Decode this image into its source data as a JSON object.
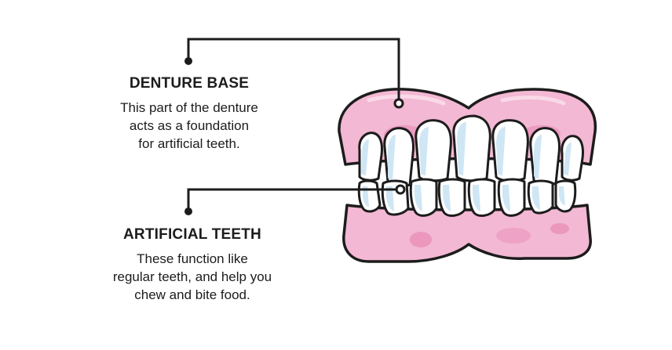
{
  "callouts": {
    "base": {
      "title": "DENTURE BASE",
      "description": "This part of the denture\nacts as a foundation\nfor artificial teeth."
    },
    "teeth": {
      "title": "ARTIFICIAL TEETH",
      "description": "These function like\nregular teeth, and help you\nchew and bite food."
    }
  },
  "colors": {
    "gum": "#f3b8d3",
    "gum_dark": "#e98fb9",
    "gum_shadow": "#f7d3e4",
    "tooth": "#ffffff",
    "tooth_shadow": "#cfe6f5",
    "outline": "#1c1c1c"
  }
}
